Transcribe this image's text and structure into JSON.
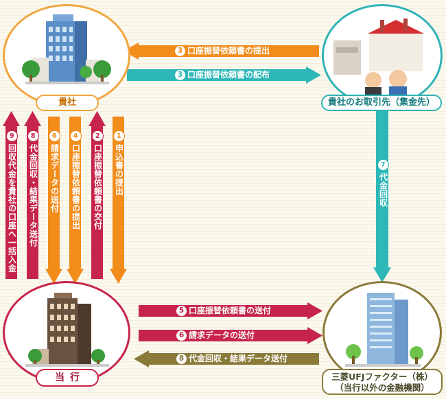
{
  "nodes": {
    "client": {
      "label": "貴社"
    },
    "partner": {
      "label": "貴社のお取引先（集金先）"
    },
    "bank": {
      "label": "当行"
    },
    "factor": {
      "label_line1": "三菱UFJファクター（株）",
      "label_line2": "（当行以外の金融機関）"
    }
  },
  "flows": {
    "f3a": {
      "num": "3",
      "label": "口座振替依頼書の提出"
    },
    "f3b": {
      "num": "3",
      "label": "口座振替依頼書の配布"
    },
    "f7": {
      "num": "7",
      "label": "代金回収"
    },
    "f5": {
      "num": "5",
      "label": "口座振替依頼書の送付"
    },
    "f6h": {
      "num": "6",
      "label": "請求データの送付"
    },
    "f8h": {
      "num": "8",
      "label": "代金回収・結果データ送付"
    },
    "f9": {
      "num": "9",
      "label": "回収代金を貴社の口座へ一括入金"
    },
    "f8v": {
      "num": "8",
      "label": "代金回収・結果データ送付"
    },
    "f6v": {
      "num": "6",
      "label": "請求データの送付"
    },
    "f4": {
      "num": "4",
      "label": "口座振替依頼書の提出"
    },
    "f2": {
      "num": "2",
      "label": "口座振替依頼書の交付"
    },
    "f1": {
      "num": "1",
      "label": "申込書の提出"
    }
  },
  "colors": {
    "orange": "#f28c1b",
    "teal": "#2eb7b7",
    "crimson": "#c6244a",
    "olive": "#8a7a3a"
  }
}
